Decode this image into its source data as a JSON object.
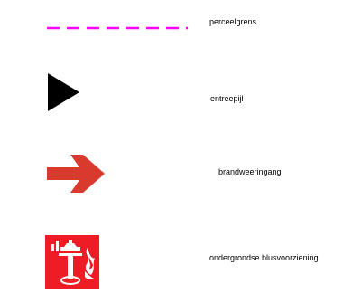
{
  "legend": {
    "items": [
      {
        "label": "perceelgrens",
        "symbol": "dashed-line",
        "color": "#ff00ff"
      },
      {
        "label": "entreepijl",
        "symbol": "black-triangle-arrow",
        "color": "#000000"
      },
      {
        "label": "brandweeringang",
        "symbol": "red-arrow",
        "color": "#d93a2e"
      },
      {
        "label": "ondergrondse blusvoorziening",
        "symbol": "underground-hydrant-sign",
        "color": "#ee1c24"
      }
    ]
  }
}
